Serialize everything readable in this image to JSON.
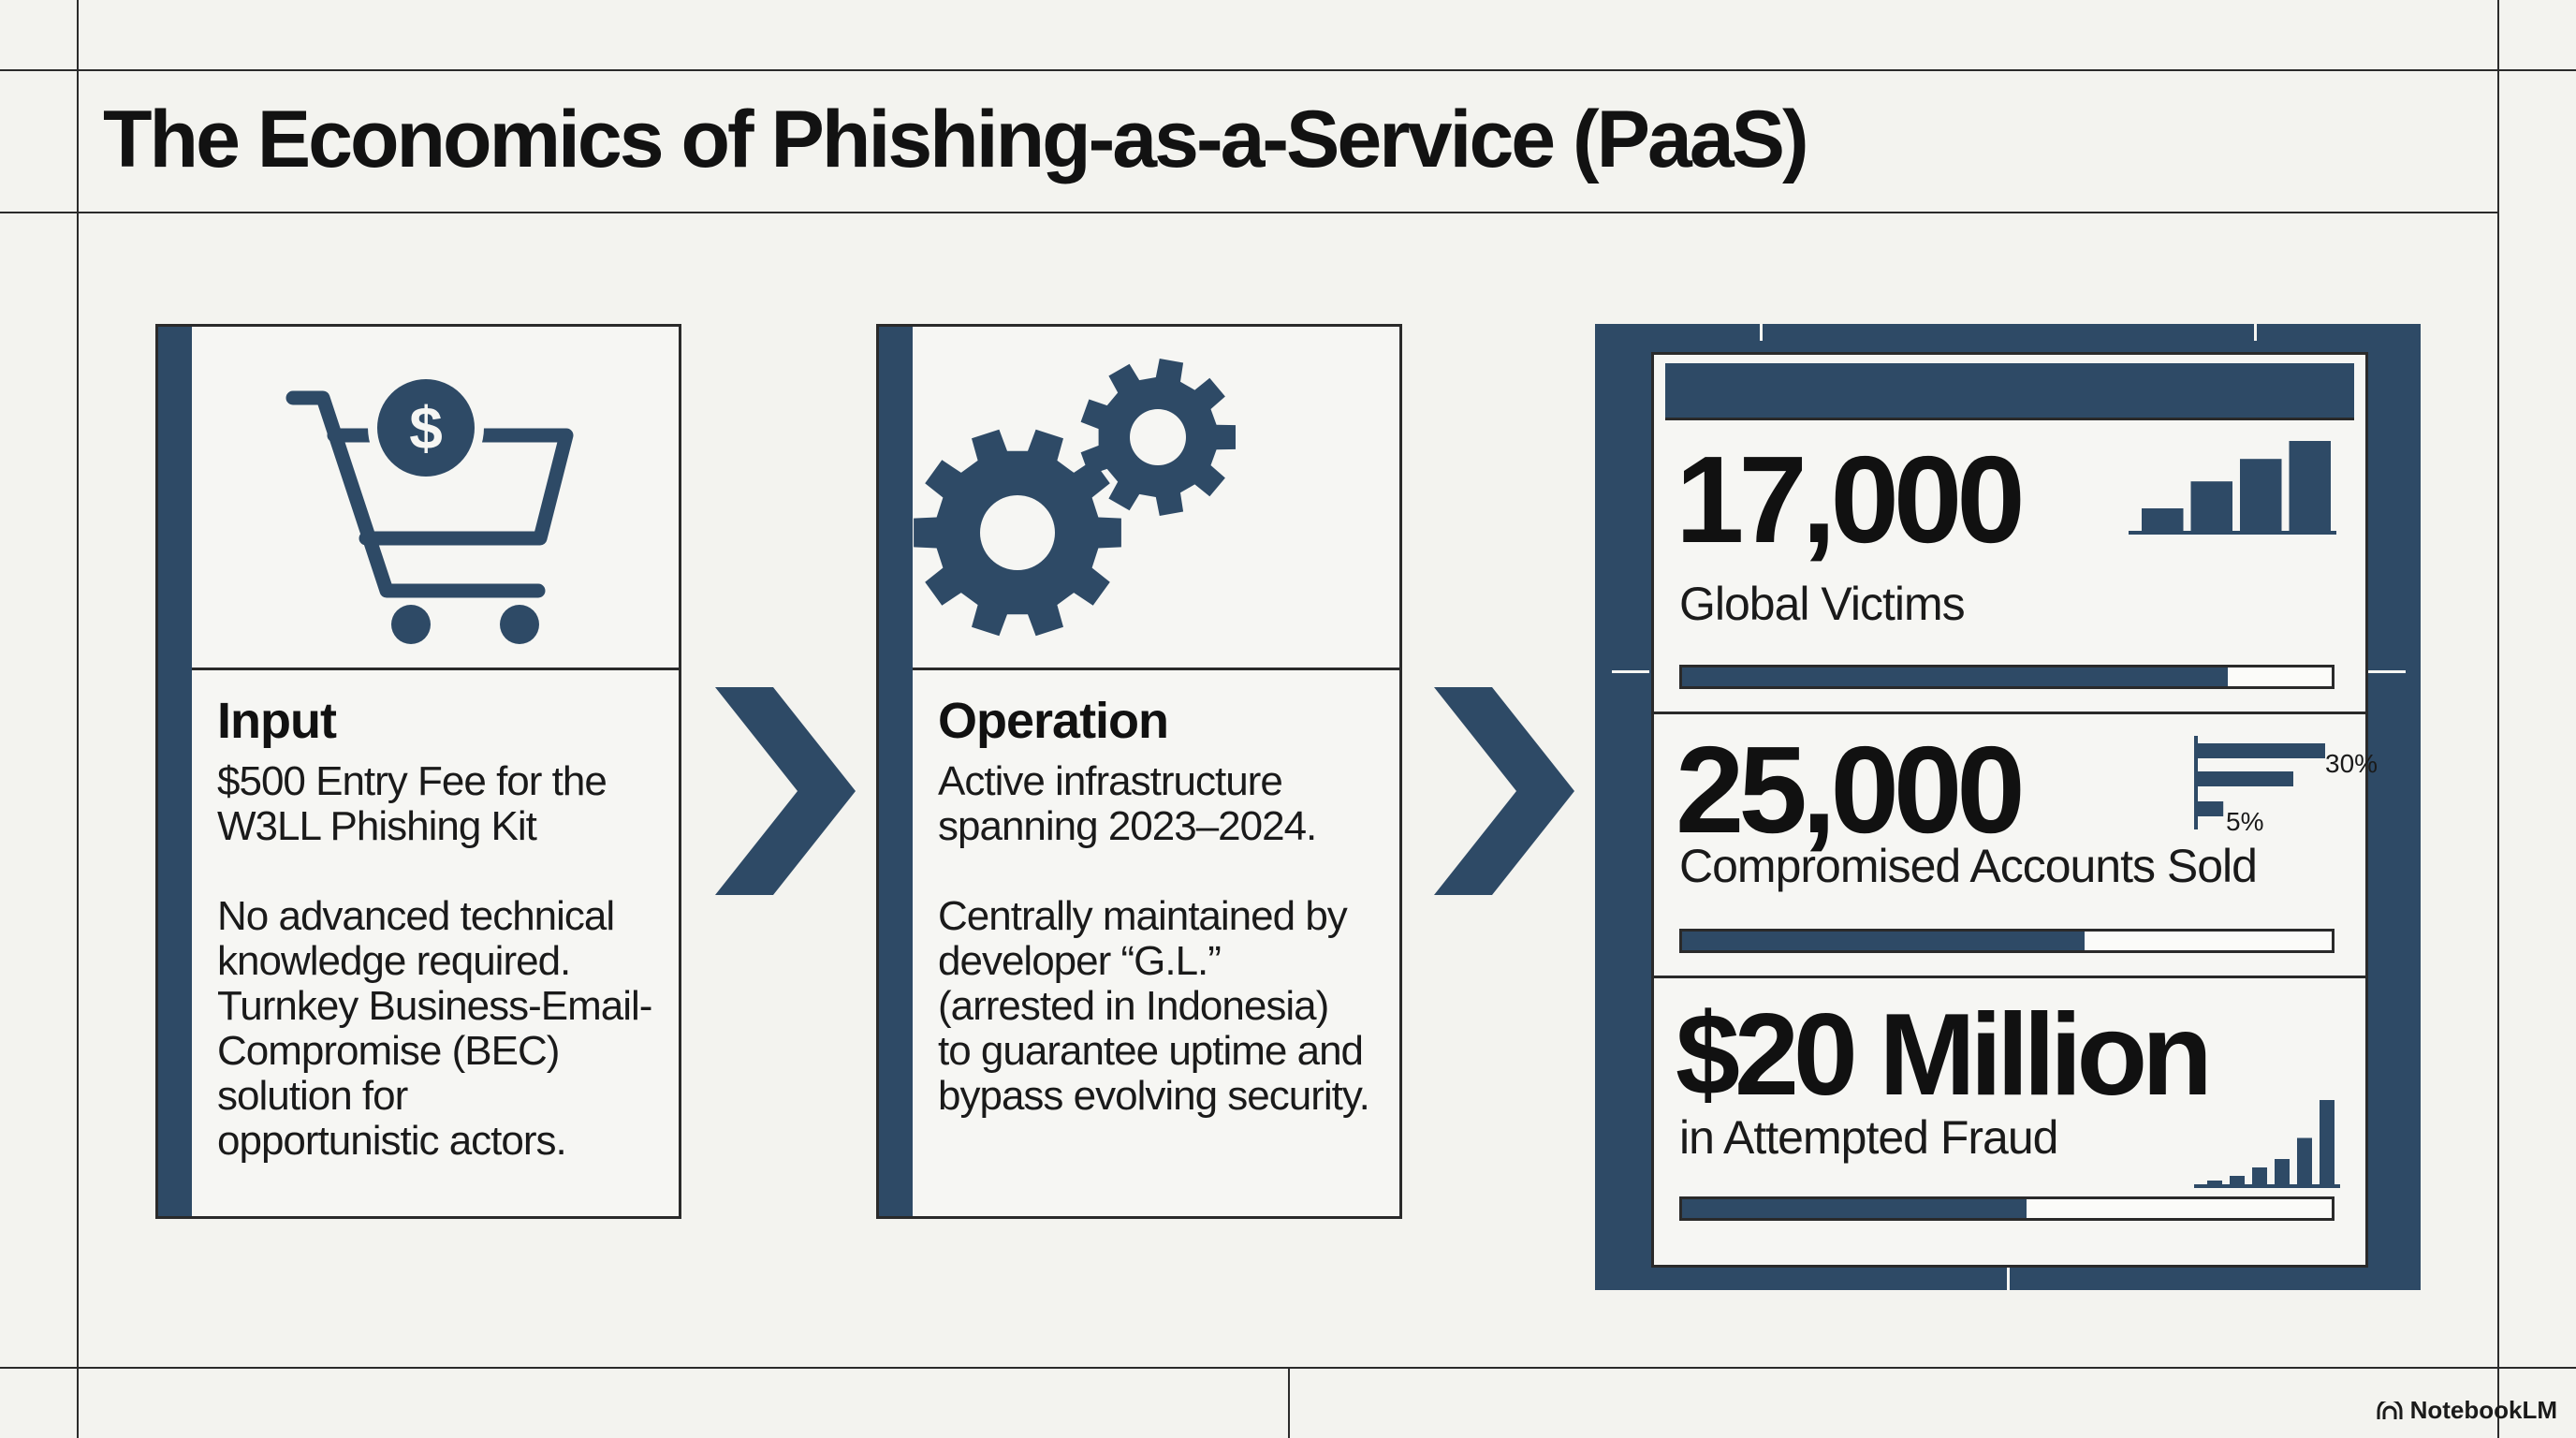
{
  "title": "The Economics of Phishing-as-a-Service (PaaS)",
  "colors": {
    "accent": "#2e4a66",
    "ink": "#111111",
    "background": "#f3f3ef"
  },
  "input_card": {
    "icon": "shopping-cart-dollar-icon",
    "heading": "Input",
    "body": [
      [
        "$500 Entry Fee for the",
        "W3LL Phishing Kit"
      ],
      [
        "No advanced technical",
        "knowledge required.",
        "Turnkey Business-Email-",
        "Compromise (BEC)",
        "solution for",
        "opportunistic actors."
      ]
    ]
  },
  "operation_card": {
    "icon": "gears-icon",
    "heading": "Operation",
    "body": [
      [
        "Active infrastructure",
        "spanning 2023–2024."
      ],
      [
        "Centrally maintained by",
        "developer “G.L.”",
        "(arrested in Indonesia)",
        "to guarantee uptime and",
        "bypass evolving security."
      ]
    ]
  },
  "results": {
    "stats": [
      {
        "value": "17,000",
        "label": "Global Victims",
        "progress": 0.84,
        "mini_chart": "rising-bars",
        "mini_values": [
          0.25,
          0.55,
          0.8,
          1.0
        ]
      },
      {
        "value": "25,000",
        "label": "Compromised Accounts Sold",
        "progress": 0.62,
        "mini_chart": "horizontal-bars",
        "bar_labels": [
          "30%",
          "5%"
        ],
        "mini_values": [
          1.0,
          0.75,
          0.2
        ]
      },
      {
        "value": "$20 Million",
        "label": "in Attempted Fraud",
        "progress": 0.53,
        "mini_chart": "rising-bars",
        "mini_values": [
          0.04,
          0.1,
          0.2,
          0.3,
          0.55,
          1.0
        ]
      }
    ]
  },
  "brand": "NotebookLM"
}
